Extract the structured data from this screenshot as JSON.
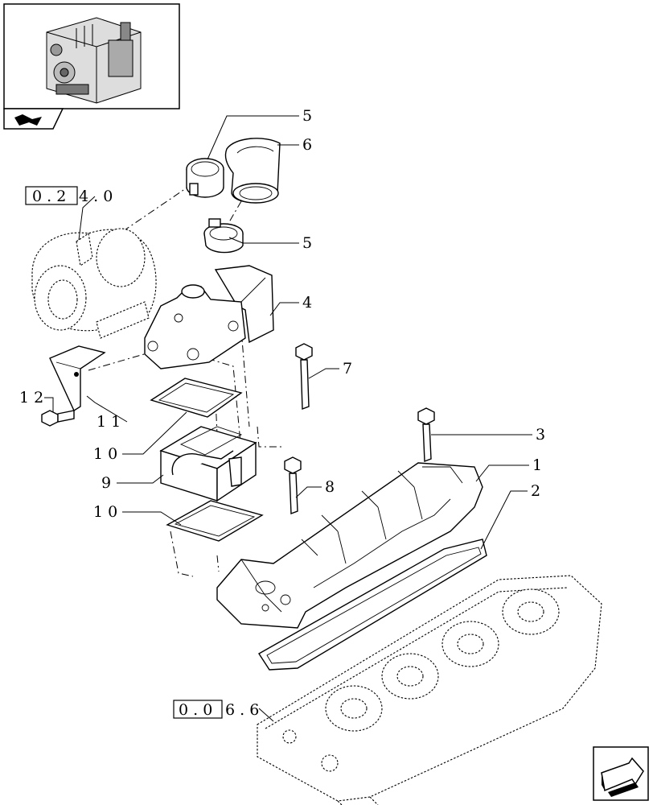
{
  "callouts": {
    "c1": "1",
    "c2": "2",
    "c3": "3",
    "c4": "4",
    "c5a": "5",
    "c5b": "5",
    "c6": "6",
    "c7": "7",
    "c8": "8",
    "c9": "9",
    "c10a": "1 0",
    "c10b": "1 0",
    "c11": "1 1",
    "c12": "1 2"
  },
  "references": {
    "turbo_ref": {
      "boxed": "0 . 2",
      "suffix": "4 . 0"
    },
    "head_ref": {
      "boxed": "0 . 0",
      "suffix": "6 . 6"
    }
  },
  "icons": {
    "thumbnail": "engine-thumbnail",
    "tab": "page-turn-arrow-icon",
    "nav": "next-arrow-icon"
  }
}
